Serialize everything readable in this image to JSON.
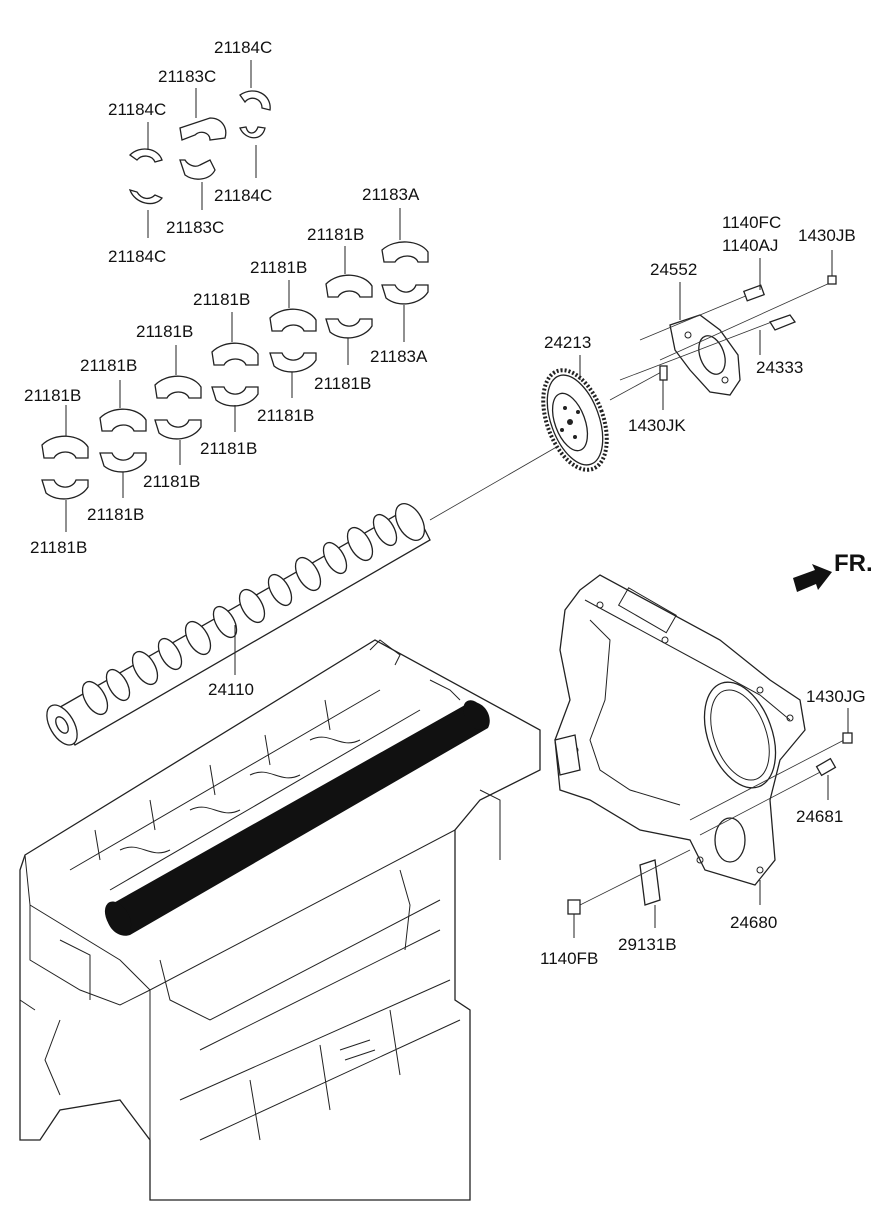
{
  "diagram": {
    "direction_label": "FR.",
    "labels": {
      "l_21184c_top": "21184C",
      "l_21183c_top": "21183C",
      "l_21184c_left": "21184C",
      "l_21184c_right": "21184C",
      "l_21183c_bottom": "21183C",
      "l_21184c_bottom": "21184C",
      "l_21183a_top": "21183A",
      "l_21183a_bottom": "21183A",
      "l_21181b_1": "21181B",
      "l_21181b_2": "21181B",
      "l_21181b_3": "21181B",
      "l_21181b_4": "21181B",
      "l_21181b_5": "21181B",
      "l_21181b_6": "21181B",
      "l_21181b_7": "21181B",
      "l_21181b_8": "21181B",
      "l_21181b_9": "21181B",
      "l_21181b_10": "21181B",
      "l_21181b_11": "21181B",
      "l_21181b_12": "21181B",
      "l_1140fc": "1140FC",
      "l_1140aj": "1140AJ",
      "l_1430jb": "1430JB",
      "l_24552": "24552",
      "l_24213": "24213",
      "l_24333": "24333",
      "l_1430jk": "1430JK",
      "l_24110": "24110",
      "l_1430jg": "1430JG",
      "l_24681": "24681",
      "l_24680": "24680",
      "l_29131b": "29131B",
      "l_1140fb": "1140FB"
    },
    "colors": {
      "line": "#222222",
      "background": "#ffffff",
      "camshaft_fill": "#111111"
    }
  }
}
